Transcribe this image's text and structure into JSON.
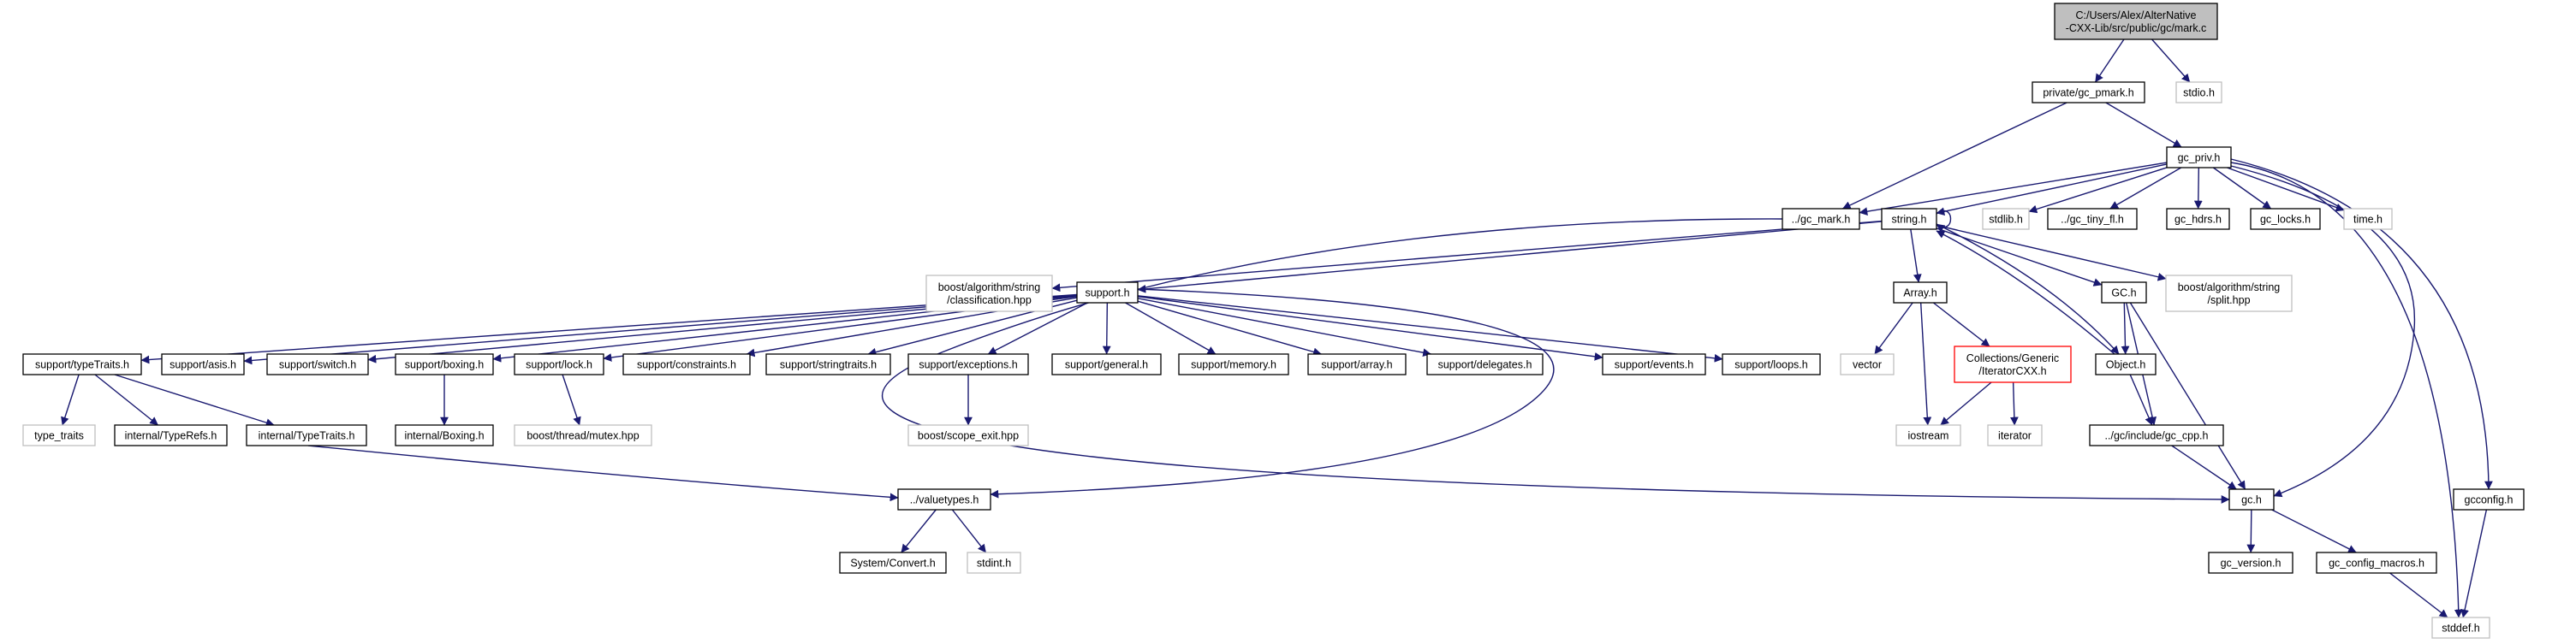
{
  "colors": {
    "edge": "#191970",
    "border_documented": "#000000",
    "border_external": "#bfbfbf",
    "border_missing": "#ff0000",
    "fill_root": "#bfbfbf",
    "fill_default": "#ffffff"
  },
  "nodes": [
    {
      "id": "root",
      "lines": [
        "C:/Users/Alex/AlterNative",
        "-CXX-Lib/src/public/gc/mark.c"
      ],
      "kind": "root"
    },
    {
      "id": "gc_pmark",
      "lines": [
        "private/gc_pmark.h"
      ],
      "kind": "documented"
    },
    {
      "id": "stdio",
      "lines": [
        "stdio.h"
      ],
      "kind": "external"
    },
    {
      "id": "gc_priv",
      "lines": [
        "gc_priv.h"
      ],
      "kind": "documented"
    },
    {
      "id": "gc_mark",
      "lines": [
        "../gc_mark.h"
      ],
      "kind": "documented"
    },
    {
      "id": "string",
      "lines": [
        "string.h"
      ],
      "kind": "documented"
    },
    {
      "id": "stdlib",
      "lines": [
        "stdlib.h"
      ],
      "kind": "external"
    },
    {
      "id": "gc_tiny_fl",
      "lines": [
        "../gc_tiny_fl.h"
      ],
      "kind": "documented"
    },
    {
      "id": "gc_hdrs",
      "lines": [
        "gc_hdrs.h"
      ],
      "kind": "documented"
    },
    {
      "id": "gc_locks",
      "lines": [
        "gc_locks.h"
      ],
      "kind": "documented"
    },
    {
      "id": "time",
      "lines": [
        "time.h"
      ],
      "kind": "external"
    },
    {
      "id": "boost_classification",
      "lines": [
        "boost/algorithm/string",
        "/classification.hpp"
      ],
      "kind": "external"
    },
    {
      "id": "support",
      "lines": [
        "support.h"
      ],
      "kind": "documented"
    },
    {
      "id": "array_h",
      "lines": [
        "Array.h"
      ],
      "kind": "documented"
    },
    {
      "id": "GC_h",
      "lines": [
        "GC.h"
      ],
      "kind": "documented"
    },
    {
      "id": "boost_split",
      "lines": [
        "boost/algorithm/string",
        "/split.hpp"
      ],
      "kind": "external"
    },
    {
      "id": "typeTraits",
      "lines": [
        "support/typeTraits.h"
      ],
      "kind": "documented"
    },
    {
      "id": "asis",
      "lines": [
        "support/asis.h"
      ],
      "kind": "documented"
    },
    {
      "id": "switch",
      "lines": [
        "support/switch.h"
      ],
      "kind": "documented"
    },
    {
      "id": "boxing",
      "lines": [
        "support/boxing.h"
      ],
      "kind": "documented"
    },
    {
      "id": "lock",
      "lines": [
        "support/lock.h"
      ],
      "kind": "documented"
    },
    {
      "id": "constraints",
      "lines": [
        "support/constraints.h"
      ],
      "kind": "documented"
    },
    {
      "id": "stringtraits",
      "lines": [
        "support/stringtraits.h"
      ],
      "kind": "documented"
    },
    {
      "id": "exceptions",
      "lines": [
        "support/exceptions.h"
      ],
      "kind": "documented"
    },
    {
      "id": "general",
      "lines": [
        "support/general.h"
      ],
      "kind": "documented"
    },
    {
      "id": "memory",
      "lines": [
        "support/memory.h"
      ],
      "kind": "documented"
    },
    {
      "id": "sarray",
      "lines": [
        "support/array.h"
      ],
      "kind": "documented"
    },
    {
      "id": "delegates",
      "lines": [
        "support/delegates.h"
      ],
      "kind": "documented"
    },
    {
      "id": "events",
      "lines": [
        "support/events.h"
      ],
      "kind": "documented"
    },
    {
      "id": "loops",
      "lines": [
        "support/loops.h"
      ],
      "kind": "documented"
    },
    {
      "id": "vector",
      "lines": [
        "vector"
      ],
      "kind": "external"
    },
    {
      "id": "iteratorCXX",
      "lines": [
        "Collections/Generic",
        "/IteratorCXX.h"
      ],
      "kind": "missing"
    },
    {
      "id": "object",
      "lines": [
        "Object.h"
      ],
      "kind": "documented"
    },
    {
      "id": "type_traits",
      "lines": [
        "type_traits"
      ],
      "kind": "external"
    },
    {
      "id": "internal_typerefs",
      "lines": [
        "internal/TypeRefs.h"
      ],
      "kind": "documented"
    },
    {
      "id": "internal_typetraits",
      "lines": [
        "internal/TypeTraits.h"
      ],
      "kind": "documented"
    },
    {
      "id": "internal_boxing",
      "lines": [
        "internal/Boxing.h"
      ],
      "kind": "documented"
    },
    {
      "id": "mutex",
      "lines": [
        "boost/thread/mutex.hpp"
      ],
      "kind": "external"
    },
    {
      "id": "scope_exit",
      "lines": [
        "boost/scope_exit.hpp"
      ],
      "kind": "external"
    },
    {
      "id": "iostream",
      "lines": [
        "iostream"
      ],
      "kind": "external"
    },
    {
      "id": "iterator",
      "lines": [
        "iterator"
      ],
      "kind": "external"
    },
    {
      "id": "gc_cpp",
      "lines": [
        "../gc/include/gc_cpp.h"
      ],
      "kind": "documented"
    },
    {
      "id": "gcconfig",
      "lines": [
        "gcconfig.h"
      ],
      "kind": "documented"
    },
    {
      "id": "valuetypes",
      "lines": [
        "../valuetypes.h"
      ],
      "kind": "documented"
    },
    {
      "id": "gc_h",
      "lines": [
        "gc.h"
      ],
      "kind": "documented"
    },
    {
      "id": "system_convert",
      "lines": [
        "System/Convert.h"
      ],
      "kind": "documented"
    },
    {
      "id": "stdint",
      "lines": [
        "stdint.h"
      ],
      "kind": "external"
    },
    {
      "id": "gc_version",
      "lines": [
        "gc_version.h"
      ],
      "kind": "documented"
    },
    {
      "id": "gc_config_macros",
      "lines": [
        "gc_config_macros.h"
      ],
      "kind": "documented"
    },
    {
      "id": "stddef",
      "lines": [
        "stddef.h"
      ],
      "kind": "external"
    }
  ],
  "edges": [
    [
      "root",
      "gc_pmark"
    ],
    [
      "root",
      "stdio"
    ],
    [
      "gc_pmark",
      "gc_priv"
    ],
    [
      "gc_pmark",
      "gc_mark"
    ],
    [
      "gc_priv",
      "gc_mark"
    ],
    [
      "gc_priv",
      "string"
    ],
    [
      "gc_priv",
      "stdlib"
    ],
    [
      "gc_priv",
      "gc_tiny_fl"
    ],
    [
      "gc_priv",
      "gc_hdrs"
    ],
    [
      "gc_priv",
      "gc_locks"
    ],
    [
      "gc_priv",
      "time"
    ],
    [
      "gc_priv",
      "gc_h"
    ],
    [
      "gc_priv",
      "stddef"
    ],
    [
      "gc_priv",
      "gcconfig"
    ],
    [
      "gc_mark",
      "gc_h"
    ],
    [
      "string",
      "string"
    ],
    [
      "string",
      "boost_classification"
    ],
    [
      "string",
      "support"
    ],
    [
      "string",
      "array_h"
    ],
    [
      "string",
      "GC_h"
    ],
    [
      "string",
      "boost_split"
    ],
    [
      "string",
      "object"
    ],
    [
      "support",
      "typeTraits"
    ],
    [
      "support",
      "asis"
    ],
    [
      "support",
      "switch"
    ],
    [
      "support",
      "boxing"
    ],
    [
      "support",
      "lock"
    ],
    [
      "support",
      "constraints"
    ],
    [
      "support",
      "stringtraits"
    ],
    [
      "support",
      "exceptions"
    ],
    [
      "support",
      "general"
    ],
    [
      "support",
      "memory"
    ],
    [
      "support",
      "sarray"
    ],
    [
      "support",
      "delegates"
    ],
    [
      "support",
      "events"
    ],
    [
      "support",
      "loops"
    ],
    [
      "support",
      "valuetypes"
    ],
    [
      "typeTraits",
      "type_traits"
    ],
    [
      "typeTraits",
      "internal_typerefs"
    ],
    [
      "typeTraits",
      "internal_typetraits"
    ],
    [
      "internal_typetraits",
      "valuetypes"
    ],
    [
      "boxing",
      "internal_boxing"
    ],
    [
      "lock",
      "mutex"
    ],
    [
      "exceptions",
      "scope_exit"
    ],
    [
      "array_h",
      "vector"
    ],
    [
      "array_h",
      "iteratorCXX"
    ],
    [
      "array_h",
      "iostream"
    ],
    [
      "iteratorCXX",
      "iostream"
    ],
    [
      "iteratorCXX",
      "iterator"
    ],
    [
      "GC_h",
      "object"
    ],
    [
      "GC_h",
      "gc_cpp"
    ],
    [
      "GC_h",
      "gc_h"
    ],
    [
      "object",
      "string"
    ],
    [
      "object",
      "gc_cpp"
    ],
    [
      "gc_cpp",
      "gc_h"
    ],
    [
      "valuetypes",
      "system_convert"
    ],
    [
      "valuetypes",
      "stdint"
    ],
    [
      "gc_h",
      "gc_version"
    ],
    [
      "gc_h",
      "gc_config_macros"
    ],
    [
      "gc_config_macros",
      "stddef"
    ],
    [
      "gcconfig",
      "stddef"
    ]
  ]
}
